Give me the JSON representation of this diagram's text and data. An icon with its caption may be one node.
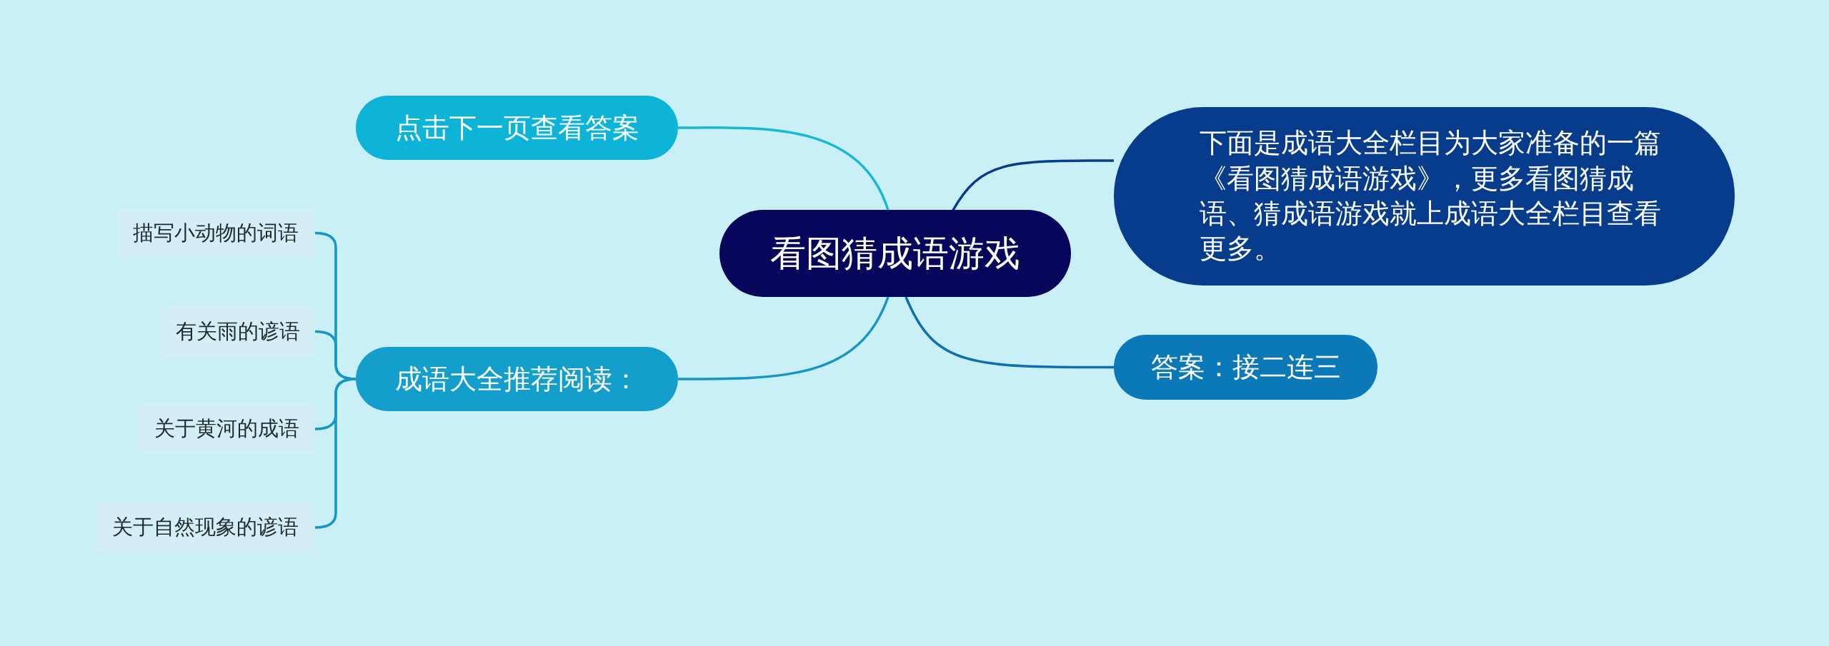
{
  "diagram": {
    "nodes": [
      {
        "text": [
          "看图猜成语游戏"
        ]
      },
      {
        "text": [
          "点击下一页查看答案"
        ]
      },
      {
        "text": [
          "成语大全推荐阅读："
        ]
      },
      {
        "text": [
          "下面是成语大全栏目为大家准备的一篇《看图猜成语游戏》，更多看图猜成语、猜成语游戏就上成语大全栏目查看更多。"
        ]
      },
      {
        "text": [
          "答案：接二连三"
        ]
      },
      {
        "text": [
          "描写小动物的词语"
        ]
      },
      {
        "text": [
          "有关雨的谚语"
        ]
      },
      {
        "text": [
          "关于黄河的成语"
        ]
      },
      {
        "text": [
          "关于自然现象的谚语"
        ]
      }
    ],
    "edges": [
      {
        "from": 0,
        "to": 1,
        "arrow": "none",
        "color": "#16b8d8"
      },
      {
        "from": 0,
        "to": 2,
        "arrow": "none"
      },
      {
        "from": 0,
        "to": 3,
        "arrow": "none",
        "color": "#073c8c"
      },
      {
        "from": 0,
        "to": 4,
        "arrow": "none",
        "color": "#0b6fb0"
      },
      {
        "from": 2,
        "to": 5,
        "arrow": "none"
      },
      {
        "from": 2,
        "to": 6,
        "arrow": "none"
      },
      {
        "from": 2,
        "to": 7,
        "arrow": "none"
      },
      {
        "from": 2,
        "to": 8,
        "arrow": "none"
      }
    ]
  }
}
